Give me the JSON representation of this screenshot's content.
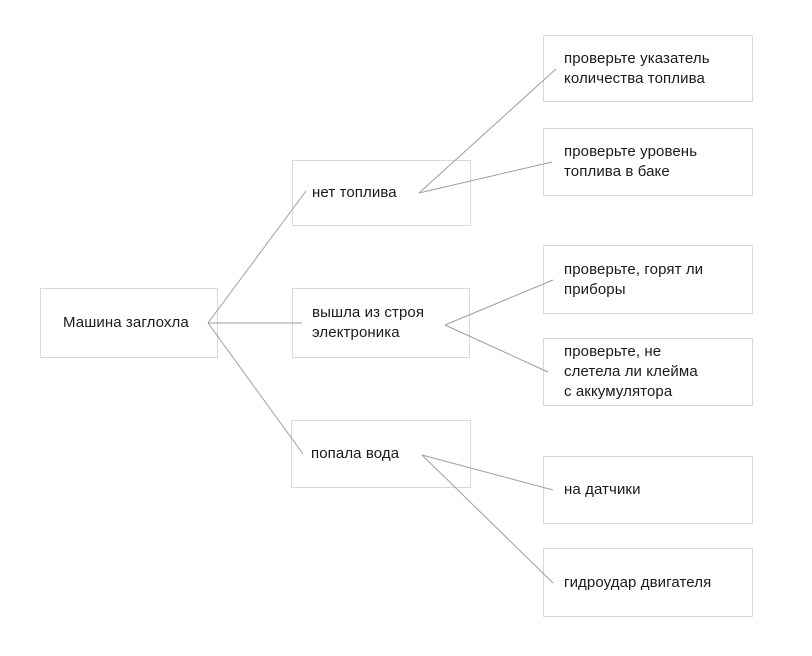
{
  "colors": {
    "background": "#ffffff",
    "node_border": "#d9d9d9",
    "connector": "#9e9e9e",
    "text": "#1a1a1a"
  },
  "diagram": {
    "root": {
      "id": "car-stalled",
      "label": "Машина заглохла"
    },
    "causes": [
      {
        "id": "no-fuel",
        "label": "нет топлива"
      },
      {
        "id": "electronics-failure",
        "label": "вышла из строя\nэлектроника"
      },
      {
        "id": "water-ingress",
        "label": "попала вода"
      }
    ],
    "checks": [
      {
        "id": "check-fuel-gauge",
        "label": "проверьте указатель\nколичества топлива"
      },
      {
        "id": "check-tank-level",
        "label": "проверьте уровень\nтоплива в баке"
      },
      {
        "id": "check-dash-lights",
        "label": "проверьте, горят ли\nприборы"
      },
      {
        "id": "check-battery-terminal",
        "label": "проверьте, не\nслетела ли клейма\nс аккумулятора"
      },
      {
        "id": "water-on-sensors",
        "label": "на датчики"
      },
      {
        "id": "engine-hydrolock",
        "label": "гидроудар двигателя"
      }
    ],
    "edges": [
      {
        "from": "car-stalled",
        "to": "no-fuel"
      },
      {
        "from": "car-stalled",
        "to": "electronics-failure"
      },
      {
        "from": "car-stalled",
        "to": "water-ingress"
      },
      {
        "from": "no-fuel",
        "to": "check-fuel-gauge"
      },
      {
        "from": "no-fuel",
        "to": "check-tank-level"
      },
      {
        "from": "electronics-failure",
        "to": "check-dash-lights"
      },
      {
        "from": "electronics-failure",
        "to": "check-battery-terminal"
      },
      {
        "from": "water-ingress",
        "to": "water-on-sensors"
      },
      {
        "from": "water-ingress",
        "to": "engine-hydrolock"
      }
    ]
  }
}
